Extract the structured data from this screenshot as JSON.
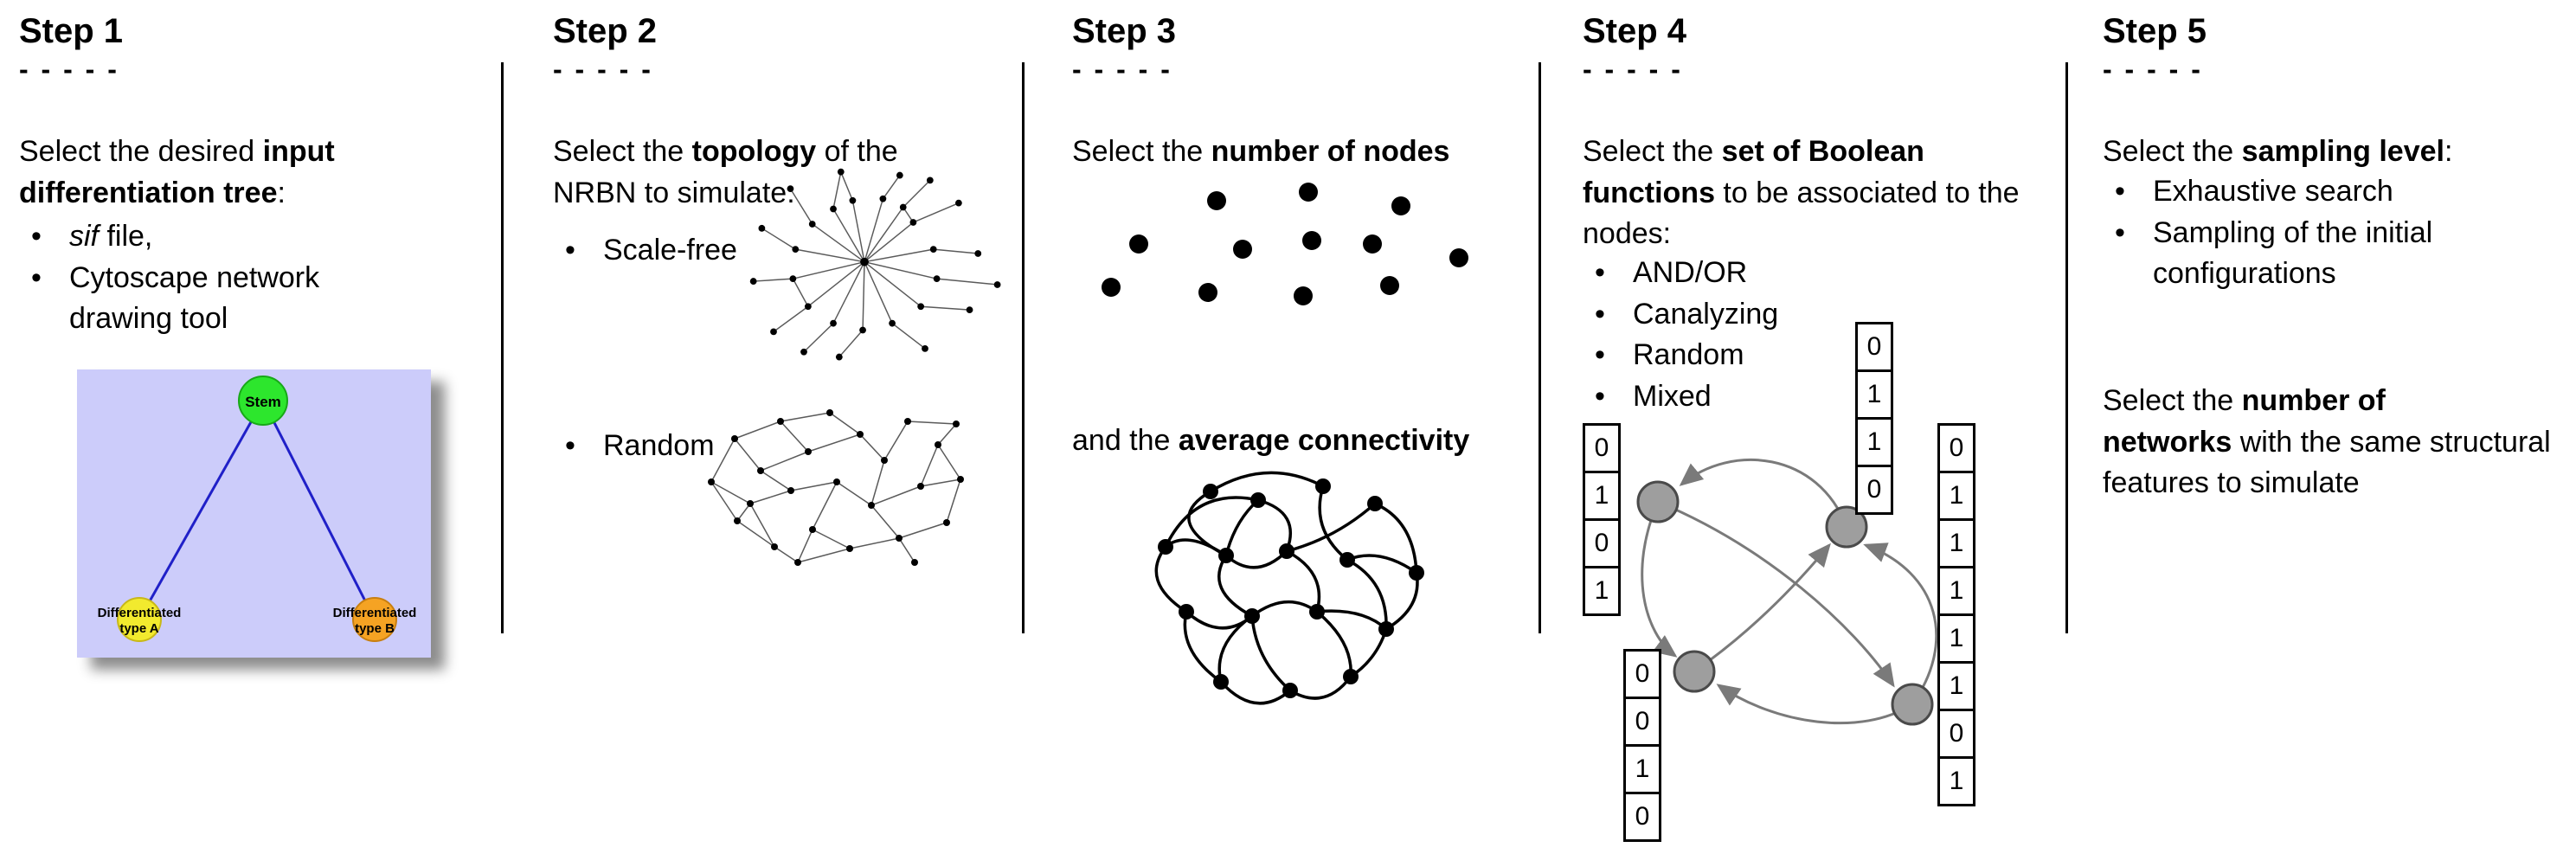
{
  "steps": {
    "step1": {
      "title": "Step 1",
      "dashes": "- - - - -",
      "intro_pre": "Select the desired ",
      "intro_bold": "input differentiation tree",
      "intro_post": ":",
      "bullet1_italic": "sif",
      "bullet1_rest": " file,",
      "bullet2": "Cytoscape network drawing tool",
      "tree": {
        "stem_label": "Stem",
        "typeA_line1": "Differentiated",
        "typeA_line2": "type A",
        "typeB_line1": "Differentiated",
        "typeB_line2": "type B"
      }
    },
    "step2": {
      "title": "Step 2",
      "dashes": "- - - - -",
      "intro_pre": "Select the ",
      "intro_bold": "topology",
      "intro_post": " of the NRBN to simulate:",
      "bullet1": "Scale-free",
      "bullet2": "Random"
    },
    "step3": {
      "title": "Step 3",
      "dashes": "- - - - -",
      "line1_pre": "Select the ",
      "line1_bold": "number of nodes",
      "line2_pre": "and the ",
      "line2_bold": "average connectivity"
    },
    "step4": {
      "title": "Step 4",
      "dashes": "- - - - -",
      "intro_pre": "Select the ",
      "intro_bold": "set of Boolean functions",
      "intro_post": " to be associated to the nodes:",
      "bullets": [
        "AND/OR",
        "Canalyzing",
        "Random",
        "Mixed"
      ],
      "tables": {
        "left": [
          "0",
          "1",
          "0",
          "1"
        ],
        "top": [
          "0",
          "1",
          "1",
          "0"
        ],
        "bottom": [
          "0",
          "0",
          "1",
          "0"
        ],
        "right": [
          "0",
          "1",
          "1",
          "1",
          "1",
          "1",
          "0",
          "1"
        ]
      }
    },
    "step5": {
      "title": "Step 5",
      "dashes": "- - - - -",
      "intro_pre": "Select the ",
      "intro_bold": "sampling level",
      "intro_post": ":",
      "bullet1": "Exhaustive search",
      "bullet2": "Sampling of the initial configurations",
      "second_pre": "Select the ",
      "second_bold1": "number of",
      "second_bold2": "networks",
      "second_post": " with the same structural features to simulate"
    },
    "colors": {
      "divider": "#000000",
      "tree_background": "#ccccfa",
      "stem_green": "#2de62d",
      "type_a_yellow": "#f2ea2e",
      "type_b_orange": "#f5a323",
      "tree_edge_blue": "#2020c8",
      "boolean_node_gray": "#9e9e9e"
    }
  }
}
